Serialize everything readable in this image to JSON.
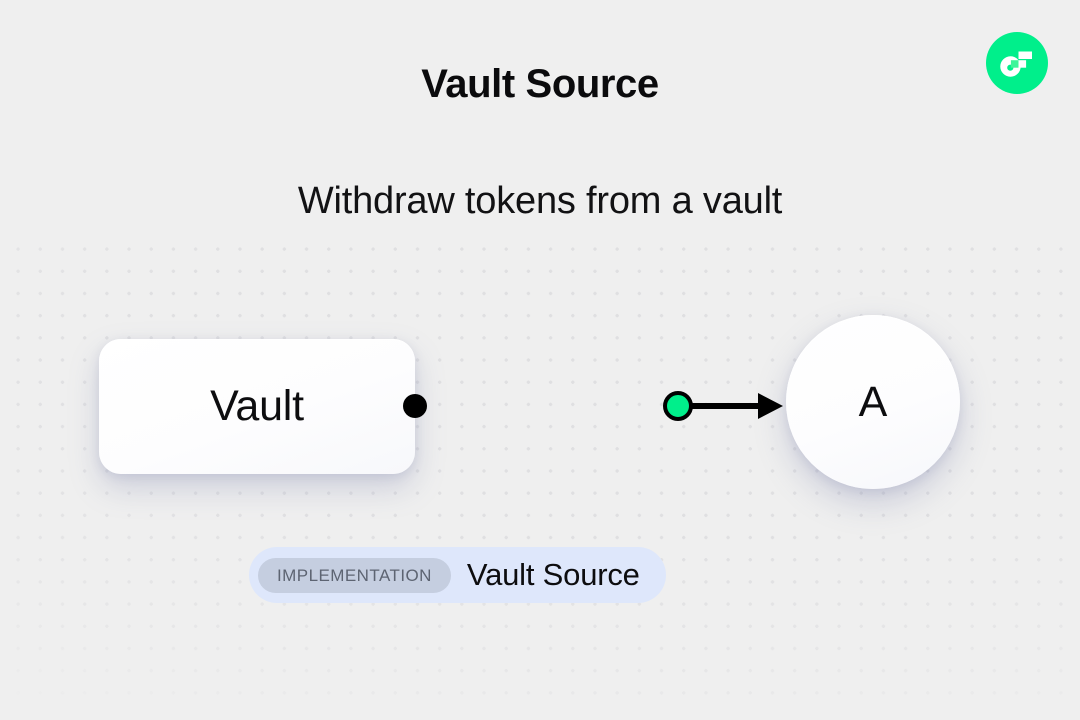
{
  "brand": {
    "logo_icon": "flow-logo-icon",
    "logo_color": "#00EF8B"
  },
  "header": {
    "title": "Vault Source",
    "subtitle": "Withdraw tokens from a vault"
  },
  "diagram": {
    "type": "flow-diagram",
    "nodes": [
      {
        "id": "vault",
        "label": "Vault",
        "shape": "rounded-rect"
      },
      {
        "id": "a",
        "label": "A",
        "shape": "circle"
      }
    ],
    "edges": [
      {
        "from": "vault",
        "to": "a",
        "source_handle_color": "#000000",
        "midpoint_handle_color": "#00EF8B",
        "arrow_color": "#000000"
      }
    ]
  },
  "footer_badge": {
    "chip_label": "IMPLEMENTATION",
    "name": "Vault Source",
    "badge_color": "#DEE7FB",
    "chip_color": "#C5CEE0",
    "chip_text_color": "#5D6472"
  },
  "background": {
    "color": "#EFEFEF",
    "pattern": "dot-grid",
    "dot_color": "#DFDFE1"
  }
}
